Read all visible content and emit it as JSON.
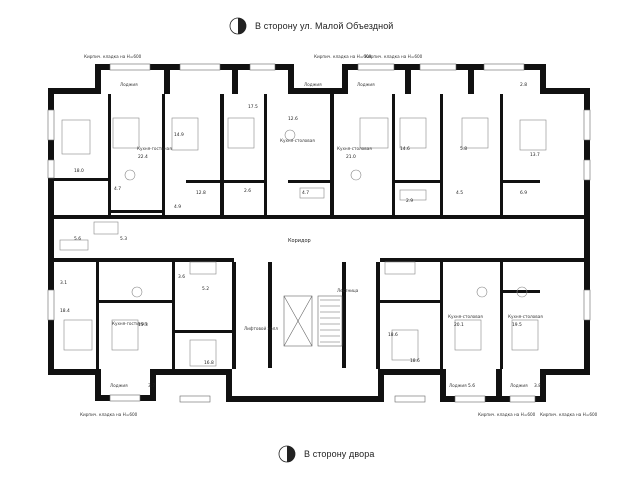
{
  "orientation": {
    "top": {
      "text": "В сторону ул. Малой Объездной"
    },
    "bottom": {
      "text": "В сторону двора"
    }
  },
  "labels": {
    "corridor": "Коридор",
    "stairs": "Лестница",
    "lift": "Лифтовой холл",
    "kitchen_living": "Кухня-гостиная",
    "kitchen_dining": "Кухня-столовая",
    "loggia": "Лоджия",
    "window_note": "Кирпич. кладка на H=600"
  },
  "areas": {
    "a1": "18.0",
    "a2": "22.4",
    "a3": "4.7",
    "a4": "14.9",
    "a5": "17.5",
    "a6": "12.8",
    "a7": "4.9",
    "a8": "2.6",
    "a9": "4.7",
    "a10": "12.6",
    "a11": "21.0",
    "a12": "2.9",
    "a13": "14.6",
    "a14": "5.8",
    "a15": "4.5",
    "a16": "13.7",
    "a17": "6.9",
    "a18": "5.6",
    "a19": "18.4",
    "a20": "15.3",
    "a21": "16.8",
    "a22": "5.2",
    "a23": "18.6",
    "a24": "20.1",
    "a25": "19.5",
    "a26": "18.6",
    "a27": "3.1",
    "a28": "3.6",
    "a29": "3.7",
    "a30": "3.8",
    "a31": "5.3",
    "a32": "2.8",
    "a33": "5.6"
  },
  "colors": {
    "wall": "#111111",
    "line": "#555555",
    "furniture": "#777777"
  }
}
